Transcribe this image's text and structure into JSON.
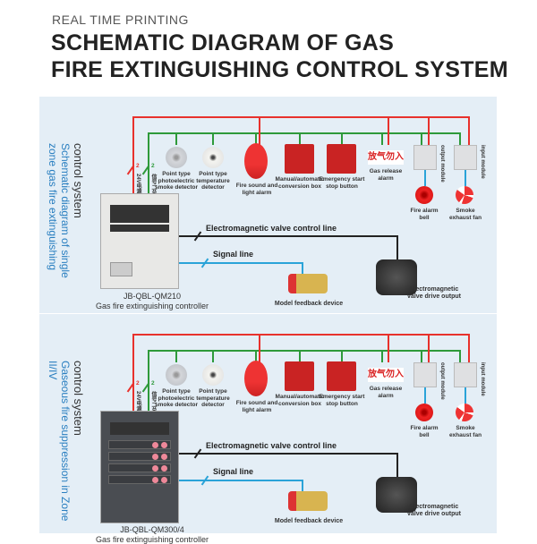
{
  "header": {
    "kicker": "REAL TIME PRINTING",
    "title_line1": "SCHEMATIC DIAGRAM OF GAS",
    "title_line2": "FIRE EXTINGUISHING CONTROL SYSTEM"
  },
  "panels": [
    {
      "side_title": "control system",
      "side_subtitle": "Schematic diagram of single zone gas fire extinguishing",
      "controller_model": "JB-QBL-QM210",
      "controller_name": "Gas fire extinguishing controller",
      "controller_color": "#e8e8e6"
    },
    {
      "side_title": "control system",
      "side_subtitle": "Gaseous fire suppression in Zone II/IV",
      "controller_model": "JB-QBL-QM300/4",
      "controller_name": "Gas fire extinguishing controller",
      "controller_color": "#4a4d52"
    }
  ],
  "labels": {
    "power_wire": "24V电源线",
    "bus_wire": "信号二总线",
    "wire_count": "2",
    "smoke_detector": "Point type photoelectric smoke detector",
    "temp_detector": "Point type temperature detector",
    "sound_light_alarm": "Fire sound and light alarm",
    "conversion_box": "Manual/automatic conversion box",
    "emergency_button": "Emergency start stop button",
    "gas_release_sign": "放气勿入",
    "gas_release_alarm": "Gas release alarm",
    "output_module": "output module",
    "input_module": "input module",
    "fire_bell": "Fire alarm bell",
    "exhaust_fan": "Smoke exhaust fan",
    "valve_control_line": "Electromagnetic valve control line",
    "signal_line": "Signal line",
    "feedback_device": "Model feedback device",
    "valve_drive": "Electromagnetic valve drive output"
  },
  "colors": {
    "power": "#e8312c",
    "bus": "#2e9a3a",
    "control": "#222222",
    "signal": "#2aa3d8",
    "side_text": "#2a7fc0"
  }
}
